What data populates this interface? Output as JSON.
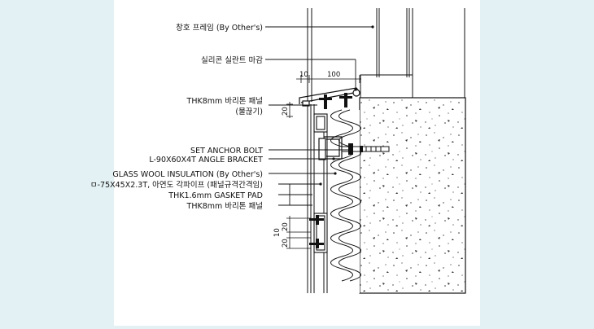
{
  "labels": {
    "window_frame": "창호 프레임 (By Other's)",
    "silicone": "실리콘 실란트 마감",
    "panel_top_1": "THK8mm 바리톤 패널",
    "panel_top_2": "(물끊기)",
    "anchor": "SET ANCHOR BOLT",
    "bracket": "L-90X60X4T ANGLE BRACKET",
    "insulation": "GLASS WOOL INSULATION (By Other's)",
    "pipe": "ㅁ-75X45X2.3T, 아연도 각파이프 (패널규격간격임)",
    "gasket": "THK1.6mm GASKET PAD",
    "panel_bottom": "THK8mm 바리톤 패널"
  },
  "dimensions": {
    "top_left": "10",
    "top_right": "100",
    "side_top": "20",
    "side_a": "20",
    "side_b": "10",
    "side_c": "20"
  }
}
